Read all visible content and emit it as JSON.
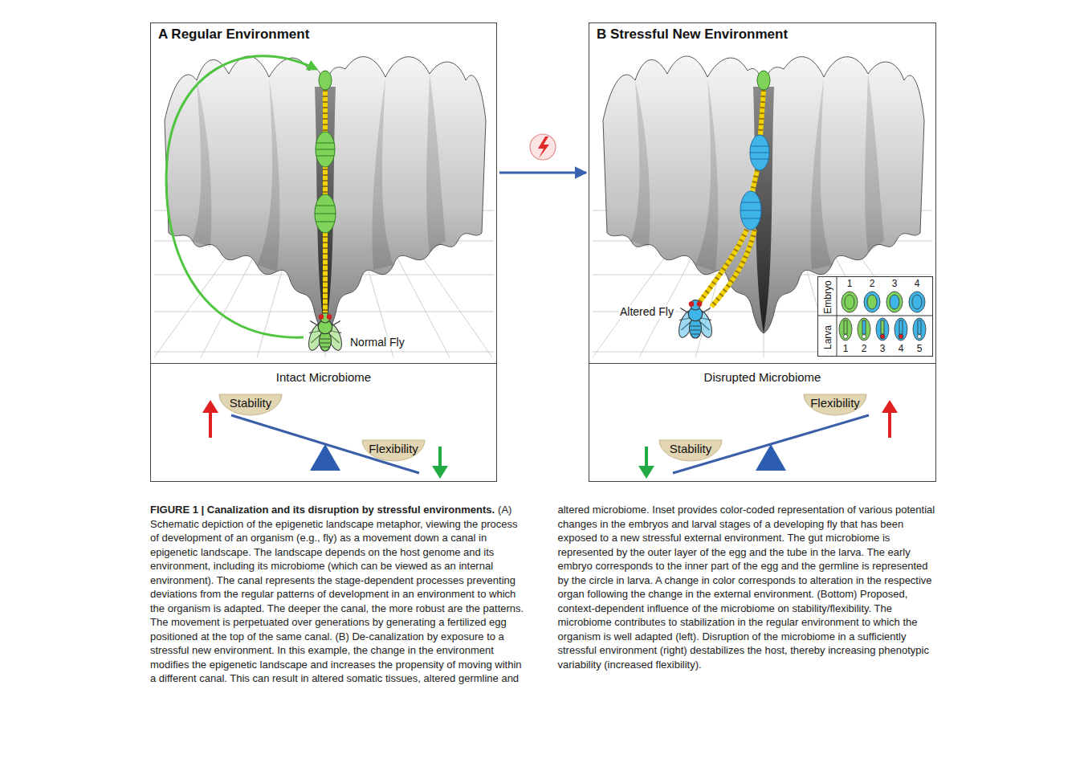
{
  "diagram": {
    "title": "FIGURE 1 | Canalization and its disruption by stressful environments.",
    "caption": "(A) Schematic depiction of the epigenetic landscape metaphor, viewing the process of development of an organism (e.g., fly) as a movement down a canal in epigenetic landscape. The landscape depends on the host genome and its environment, including its microbiome (which can be viewed as an internal environment). The canal represents the stage-dependent processes preventing deviations from the regular patterns of development in an environment to which the organism is adapted. The deeper the canal, the more robust are the patterns. The movement is perpetuated over generations by generating a fertilized egg positioned at the top of the same canal. (B) De-canalization by exposure to a stressful new environment. In this example, the change in the environment modifies the epigenetic landscape and increases the propensity of moving within a different canal. This can result in altered somatic tissues, altered germline and altered microbiome. Inset provides color-coded representation of various potential changes in the embryos and larval stages of a developing fly that has been exposed to a new stressful external environment. The gut microbiome is represented by the outer layer of the egg and the tube in the larva. The early embryo corresponds to the inner part of the egg and the germline is represented by the circle in larva. A change in color corresponds to alteration in the respective organ following the change in the external environment. (Bottom) Proposed, context-dependent influence of the microbiome on stability/flexibility. The microbiome contributes to stabilization in the regular environment to which the organism is well adapted (left). Disruption of the microbiome in a sufficiently stressful environment (right) destabilizes the host, thereby increasing phenotypic variability (increased flexibility).",
    "nodes": [
      {
        "text": [
          "A Regular Environment"
        ]
      },
      {
        "text": [
          "Intact Microbiome"
        ],
        "in": 0
      },
      {
        "text": [
          "Stability"
        ],
        "in": 1
      },
      {
        "text": [
          "Flexibility"
        ],
        "in": 1
      },
      {
        "text": [
          "B Stressful New Environment"
        ]
      },
      {
        "text": [
          "Embryo",
          "Larva"
        ],
        "in": 4
      },
      {
        "text": [
          "Disrupted Microbiome"
        ],
        "in": 4
      },
      {
        "text": [
          "Stability"
        ],
        "in": 6
      },
      {
        "text": [
          "Flexibility"
        ],
        "in": 6
      }
    ],
    "edges": [
      {
        "from": 0,
        "to": 4,
        "arrow": "to"
      }
    ],
    "labels": [
      "Normal Fly",
      "Altered Fly",
      "1",
      "2",
      "3",
      "4",
      "1",
      "2",
      "3",
      "4",
      "5"
    ]
  }
}
